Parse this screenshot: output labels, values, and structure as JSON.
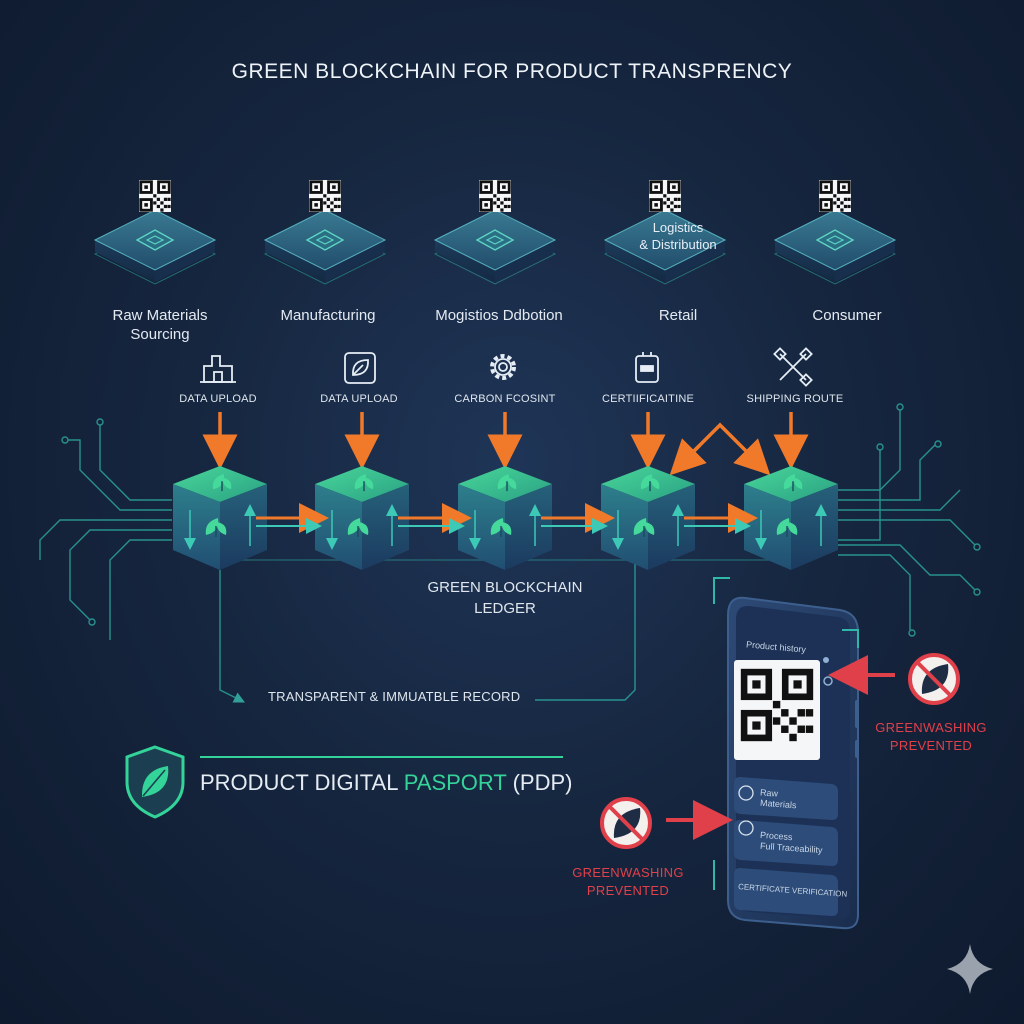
{
  "title": "GREEN BLOCKCHAIN FOR PRODUCT TRANSPRENCY",
  "stages": [
    {
      "label": "Raw Materials\nSourcing",
      "action": "DATA UPLOAD",
      "action_icon": "factory-icon",
      "platform_text": ""
    },
    {
      "label": "Manufacturing",
      "action": "DATA UPLOAD",
      "action_icon": "leaf-badge-icon",
      "platform_text": ""
    },
    {
      "label": "Mogistios Ddbotion",
      "action": "CARBON FCOSINT",
      "action_icon": "gear-icon",
      "platform_text": ""
    },
    {
      "label": "Retail",
      "action": "CERTIIFICAITINE",
      "action_icon": "robot-icon",
      "platform_text": "Logistics\n& Distribution"
    },
    {
      "label": "Consumer",
      "action": "SHIPPING ROUTE",
      "action_icon": "tools-icon",
      "platform_text": ""
    }
  ],
  "ledger": {
    "label_line1": "GREEN BLOCKCHAIN",
    "label_line2": "LEDGER"
  },
  "record_label": "TRANSPARENT & IMMUATBLE RECORD",
  "pdp": {
    "label_main": "PRODUCT DIGITAL ",
    "label_accent": "PASPORT",
    "label_tail": " (PDP)"
  },
  "greenwashing": {
    "right": "GREENWASHING\nPREVENTED",
    "left": "GREENWASHING\nPREVENTED"
  },
  "phone": {
    "header": "Product history",
    "cards": [
      {
        "line1": "Raw",
        "line2": "Materials"
      },
      {
        "line1": "Process",
        "line2": "Full Traceability"
      },
      {
        "line1": "CERTIFICATE VERIFICATION",
        "line2": ""
      }
    ]
  },
  "colors": {
    "accent_green": "#34d399",
    "arrow_orange": "#f07a2a",
    "warning_red": "#e0404a",
    "circuit_teal": "#2fb7a8"
  }
}
